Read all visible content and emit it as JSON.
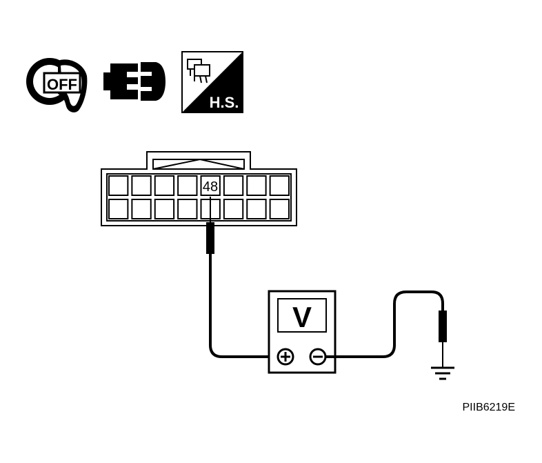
{
  "icons": {
    "ignition_key": {
      "name": "ignition-key-icon",
      "label": "OFF"
    },
    "connector": {
      "name": "connector-disconnect-icon"
    },
    "harness_side": {
      "name": "harness-side-icon",
      "label": "H.S."
    }
  },
  "connector": {
    "terminal_label": "48",
    "rows": 2,
    "columns": 8
  },
  "voltmeter": {
    "display_label": "V",
    "positive_terminal_icon": "plus-terminal-icon",
    "negative_terminal_icon": "minus-terminal-icon"
  },
  "ground": {
    "name": "ground-symbol-icon"
  },
  "figure_id": "PIIB6219E",
  "colors": {
    "ink": "#000000",
    "background": "#ffffff"
  }
}
